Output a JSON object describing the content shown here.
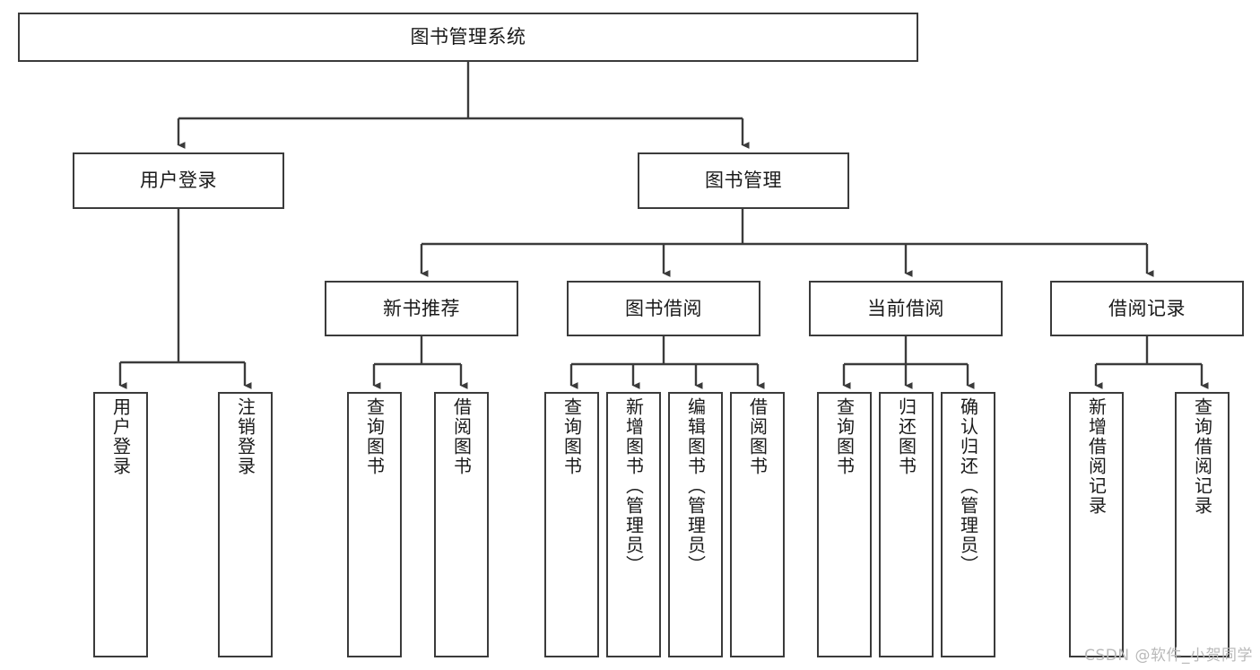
{
  "diagram": {
    "title": "图书管理系统",
    "watermark": "CSDN @软件_小贺同学",
    "line_color": "#3b3b3b",
    "box_fill": "#ffffff",
    "text_color": "#1a1a1a",
    "root": {
      "label": "图书管理系统"
    },
    "level1": [
      {
        "label": "用户登录"
      },
      {
        "label": "图书管理"
      }
    ],
    "level2": [
      {
        "label": "新书推荐"
      },
      {
        "label": "图书借阅"
      },
      {
        "label": "当前借阅"
      },
      {
        "label": "借阅记录"
      }
    ],
    "leaves": {
      "user_login": [
        {
          "label": "用户登录"
        },
        {
          "label": "注销登录"
        }
      ],
      "new_book": [
        {
          "label": "查询图书"
        },
        {
          "label": "借阅图书"
        }
      ],
      "book_borrow": [
        {
          "label": "查询图书"
        },
        {
          "label": "新增图书（管理员）"
        },
        {
          "label": "编辑图书（管理员）"
        },
        {
          "label": "借阅图书"
        }
      ],
      "current_borrow": [
        {
          "label": "查询图书"
        },
        {
          "label": "归还图书"
        },
        {
          "label": "确认归还（管理员）"
        }
      ],
      "borrow_record": [
        {
          "label": "新增借阅记录"
        },
        {
          "label": "查询借阅记录"
        }
      ]
    }
  }
}
